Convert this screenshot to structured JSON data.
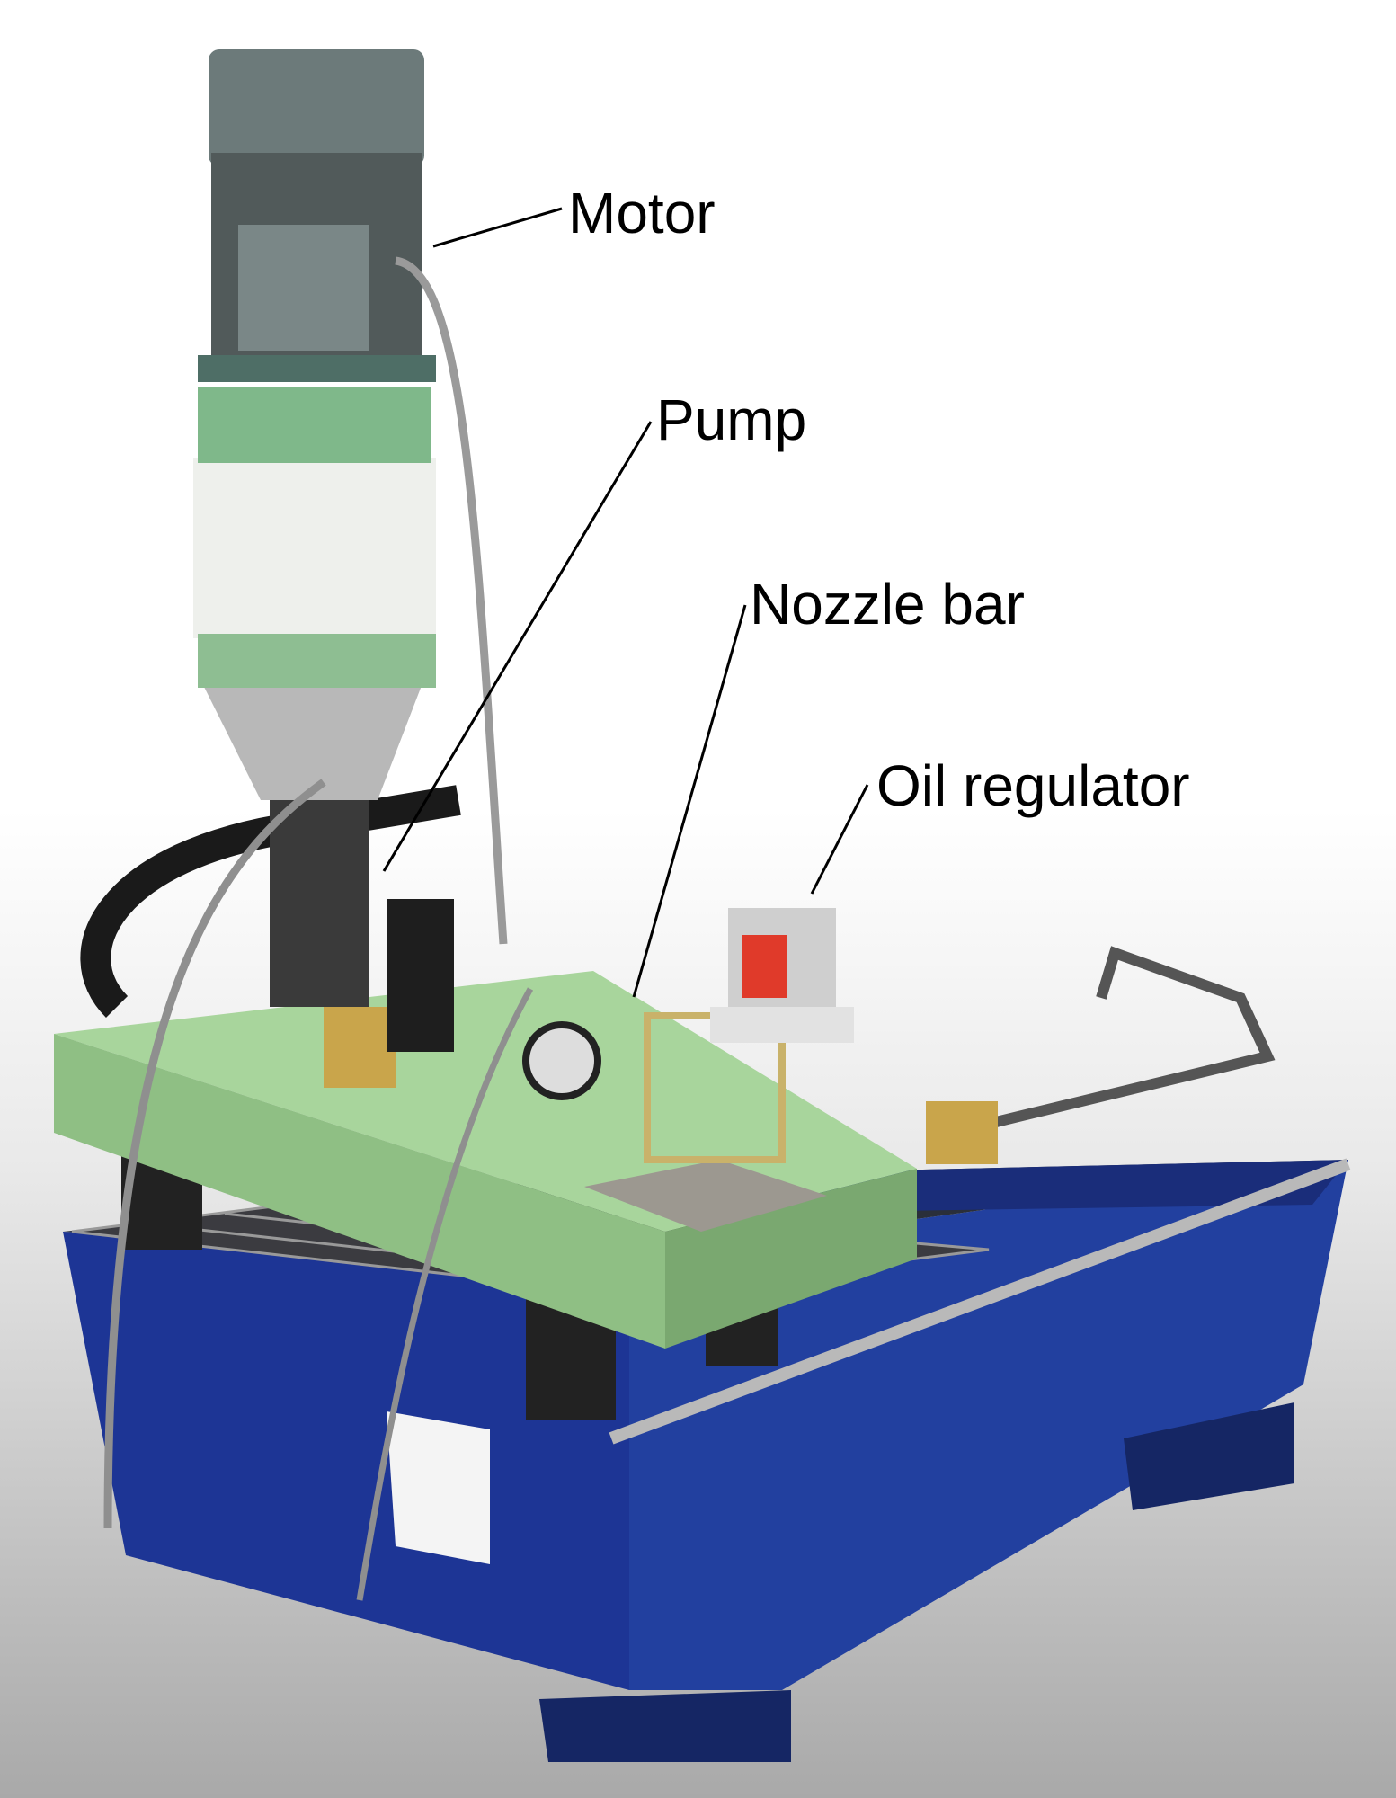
{
  "labels": {
    "motor": "Motor",
    "pump": "Pump",
    "nozzle_bar": "Nozzle bar",
    "oil_regulator": "Oil regulator"
  },
  "colors": {
    "tub_blue": "#1f3b9e",
    "frame_green": "#a6d49a",
    "motor_gray": "#6f7b7b"
  }
}
